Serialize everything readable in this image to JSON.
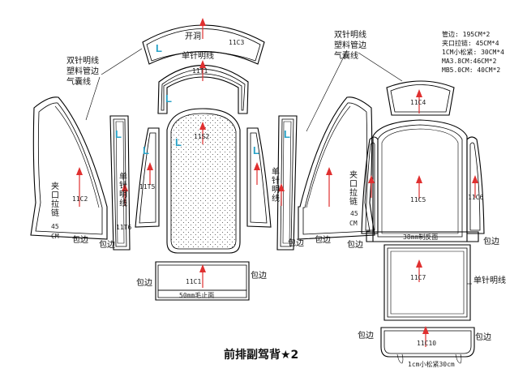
{
  "title": "前排副驾背★2",
  "accent_color": "#29a3c8",
  "grain_arrow_color": "#e03030",
  "specs": [
    "管边: 195CM*2",
    "夹口拉链: 45CM*4",
    "1CM小松紧: 30CM*4",
    "MA3.8CM:46CM*2",
    "MB5.0CM: 40CM*2"
  ],
  "pieces": {
    "11C1": "11C1",
    "11C2": "11C2",
    "11C3": "11C3",
    "11C4": "11C4",
    "11C5": "11C5",
    "11C6": "11C6",
    "11C7": "11C7",
    "11C10": "11C10",
    "11T1": "11T1",
    "11T5": "11T5",
    "11T6": "11T6",
    "11S2": "11S2"
  },
  "labels": {
    "kaidong": "开洞",
    "dan_top": "单针明线",
    "shuang_left_1": "双针明线",
    "shuang_left_2": "塑料管边",
    "shuang_left_3": "气囊线",
    "shuang_right_1": "双针明线",
    "shuang_right_2": "塑料管边",
    "shuang_right_3": "气囊线",
    "dan_vertical_left": "单针明线",
    "dan_vertical_right": "单针明线",
    "dan_right": "单针明线",
    "jia_left": "夹口拉链",
    "jia_left_len": "45",
    "jia_left_unit": "CM",
    "jia_right": "夹口拉链",
    "jia_right_len": "45",
    "jia_right_unit": "CM",
    "bao_1": "包边",
    "bao_2": "包边",
    "bao_3": "包边",
    "bao_4": "包边",
    "bao_5": "包边",
    "bao_6": "包边",
    "bao_7": "包边",
    "bao_8": "包边",
    "bao_9": "包边",
    "bao_10": "包边",
    "strip_50": "50mm毛止面",
    "strip_38": "38mm制反面",
    "strip_elastic": "1cm小松紧30cm",
    "L": "L"
  }
}
